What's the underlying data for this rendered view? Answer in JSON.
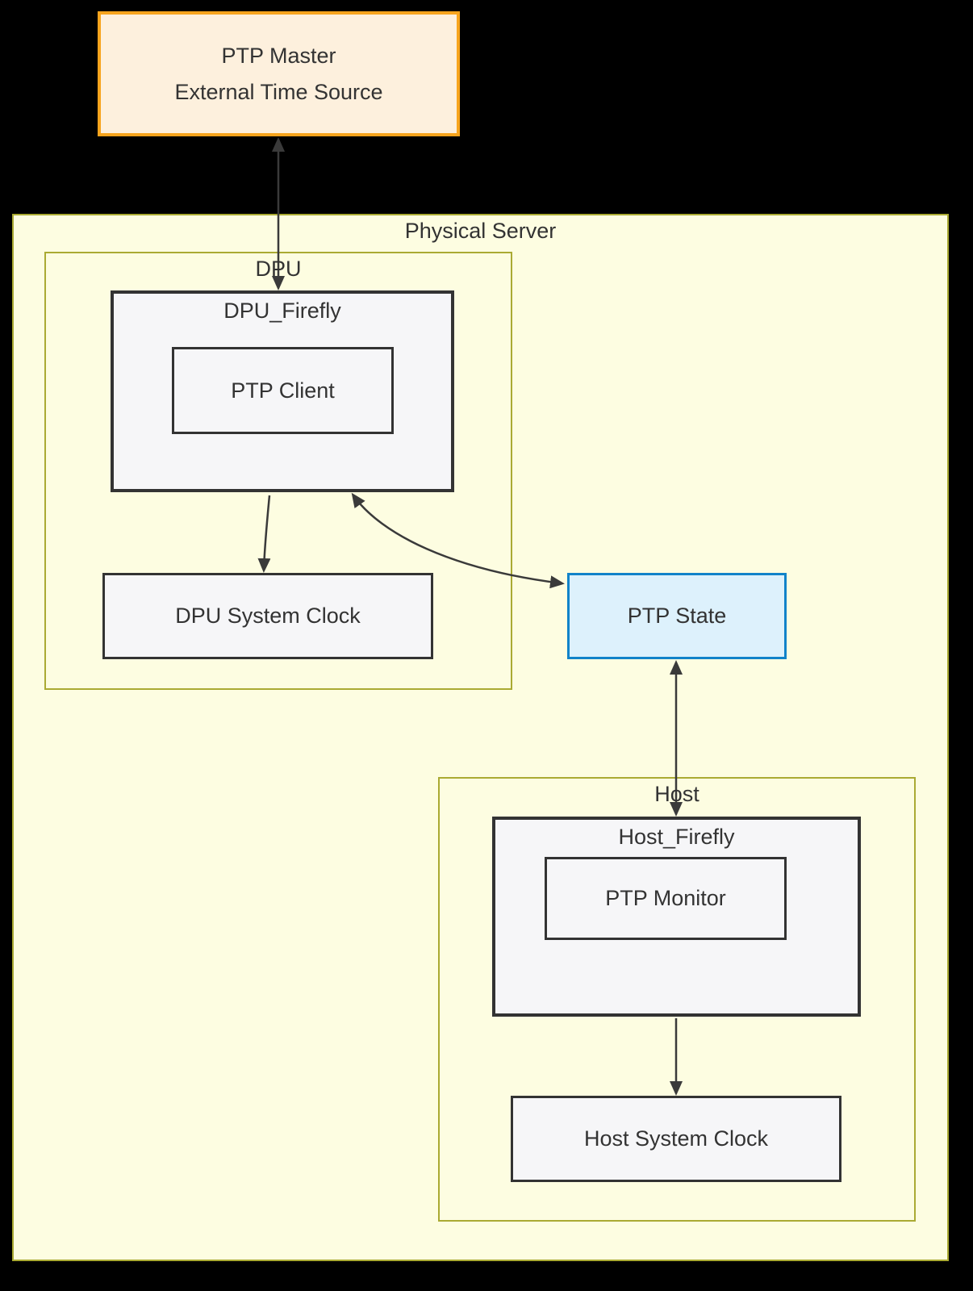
{
  "diagram": {
    "ptp_master": {
      "line1": "PTP Master",
      "line2": "External Time Source"
    },
    "physical_server": {
      "label": "Physical Server"
    },
    "dpu": {
      "label": "DPU",
      "dpu_firefly": {
        "label": "DPU_Firefly"
      },
      "ptp_client": {
        "label": "PTP Client"
      },
      "dpu_system_clock": {
        "label": "DPU System Clock"
      }
    },
    "ptp_state": {
      "label": "PTP State"
    },
    "host": {
      "label": "Host",
      "host_firefly": {
        "label": "Host_Firefly"
      },
      "ptp_monitor": {
        "label": "PTP Monitor"
      },
      "host_system_clock": {
        "label": "Host System Clock"
      }
    },
    "edges": [
      {
        "from": "PTP Master External Time Source",
        "to": "DPU_Firefly",
        "bidirectional": true
      },
      {
        "from": "DPU_Firefly",
        "to": "DPU System Clock",
        "bidirectional": false
      },
      {
        "from": "DPU_Firefly",
        "to": "PTP State",
        "bidirectional": true
      },
      {
        "from": "PTP State",
        "to": "Host_Firefly",
        "bidirectional": true
      },
      {
        "from": "Host_Firefly",
        "to": "Host System Clock",
        "bidirectional": false
      }
    ]
  },
  "colors": {
    "background": "#000000",
    "master_border": "#F7A41D",
    "master_fill": "#FDF0DD",
    "container_border": "#AAAA33",
    "container_fill": "#FDFDE1",
    "node_border": "#333333",
    "node_fill": "#F6F6F8",
    "state_border": "#1183C9",
    "state_fill": "#DDF1FC",
    "text": "#333333",
    "arrow": "#3A3A3A"
  }
}
